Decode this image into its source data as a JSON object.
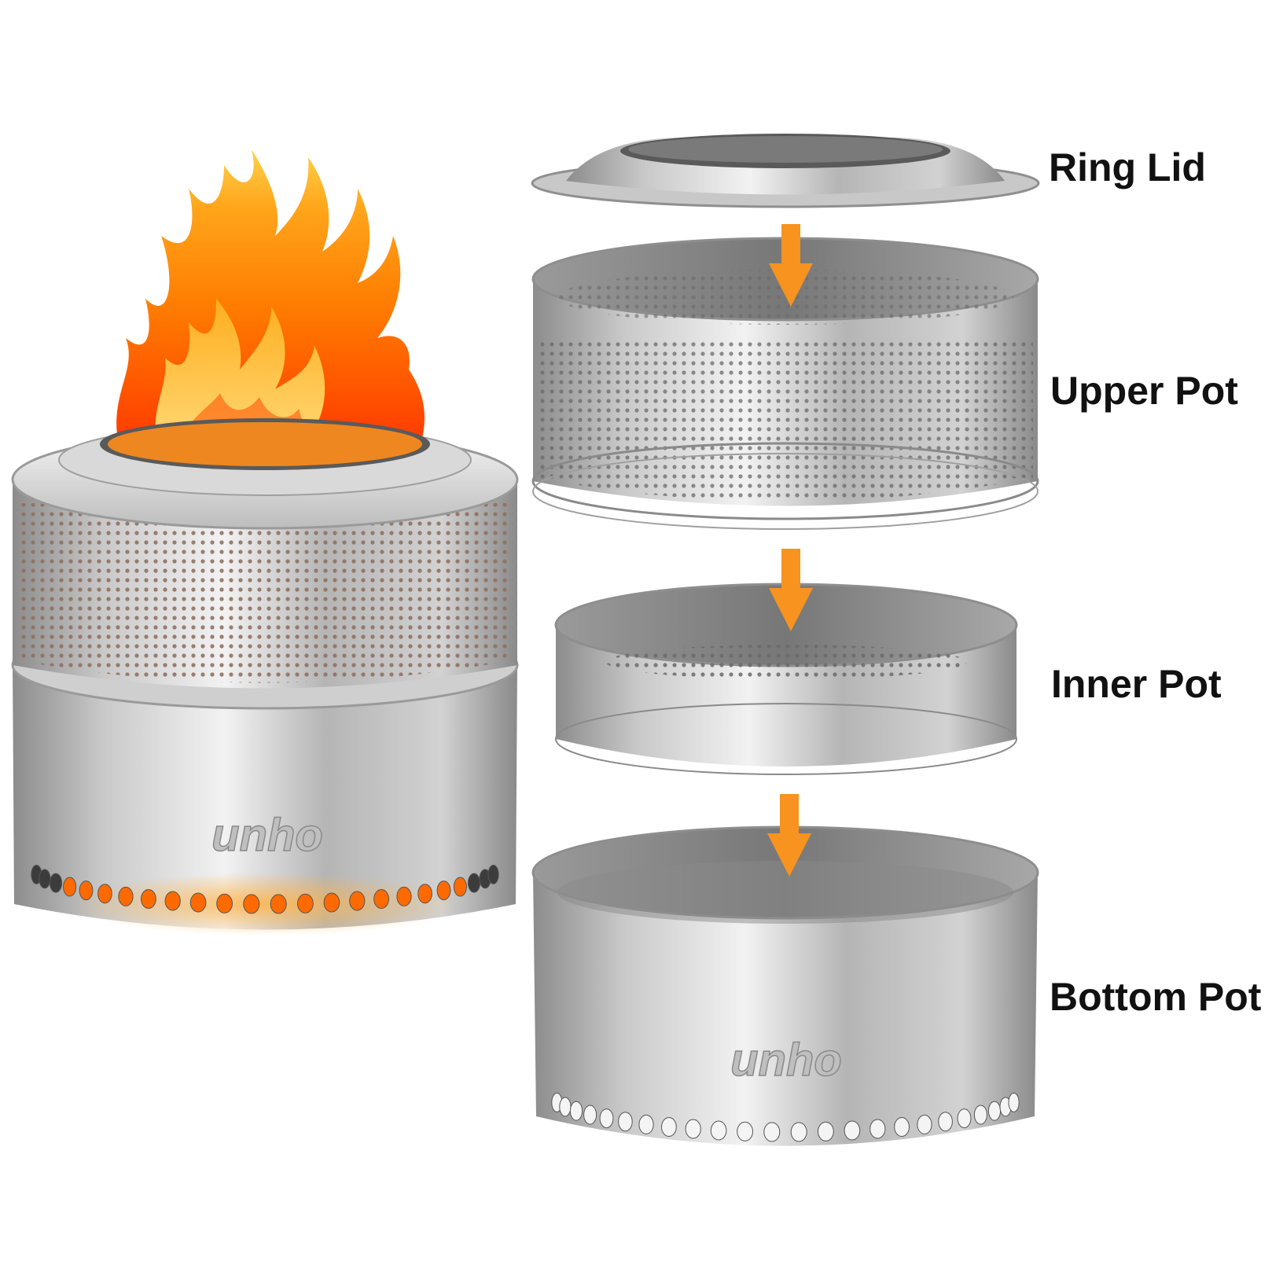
{
  "labels": {
    "ring_lid": "Ring Lid",
    "upper_pot": "Upper Pot",
    "inner_pot": "Inner Pot",
    "bottom_pot": "Bottom Pot"
  },
  "brand_mark": "unho",
  "colors": {
    "arrow": "#f7931e",
    "steel_light": "#e4e4e4",
    "steel_mid": "#a9a9a9",
    "steel_dark": "#6f6f6f",
    "flame_orange": "#ff6a00",
    "flame_yellow": "#ffc21a",
    "label_text": "#111111"
  },
  "icons": [
    "down-arrow-icon",
    "flame-icon"
  ]
}
